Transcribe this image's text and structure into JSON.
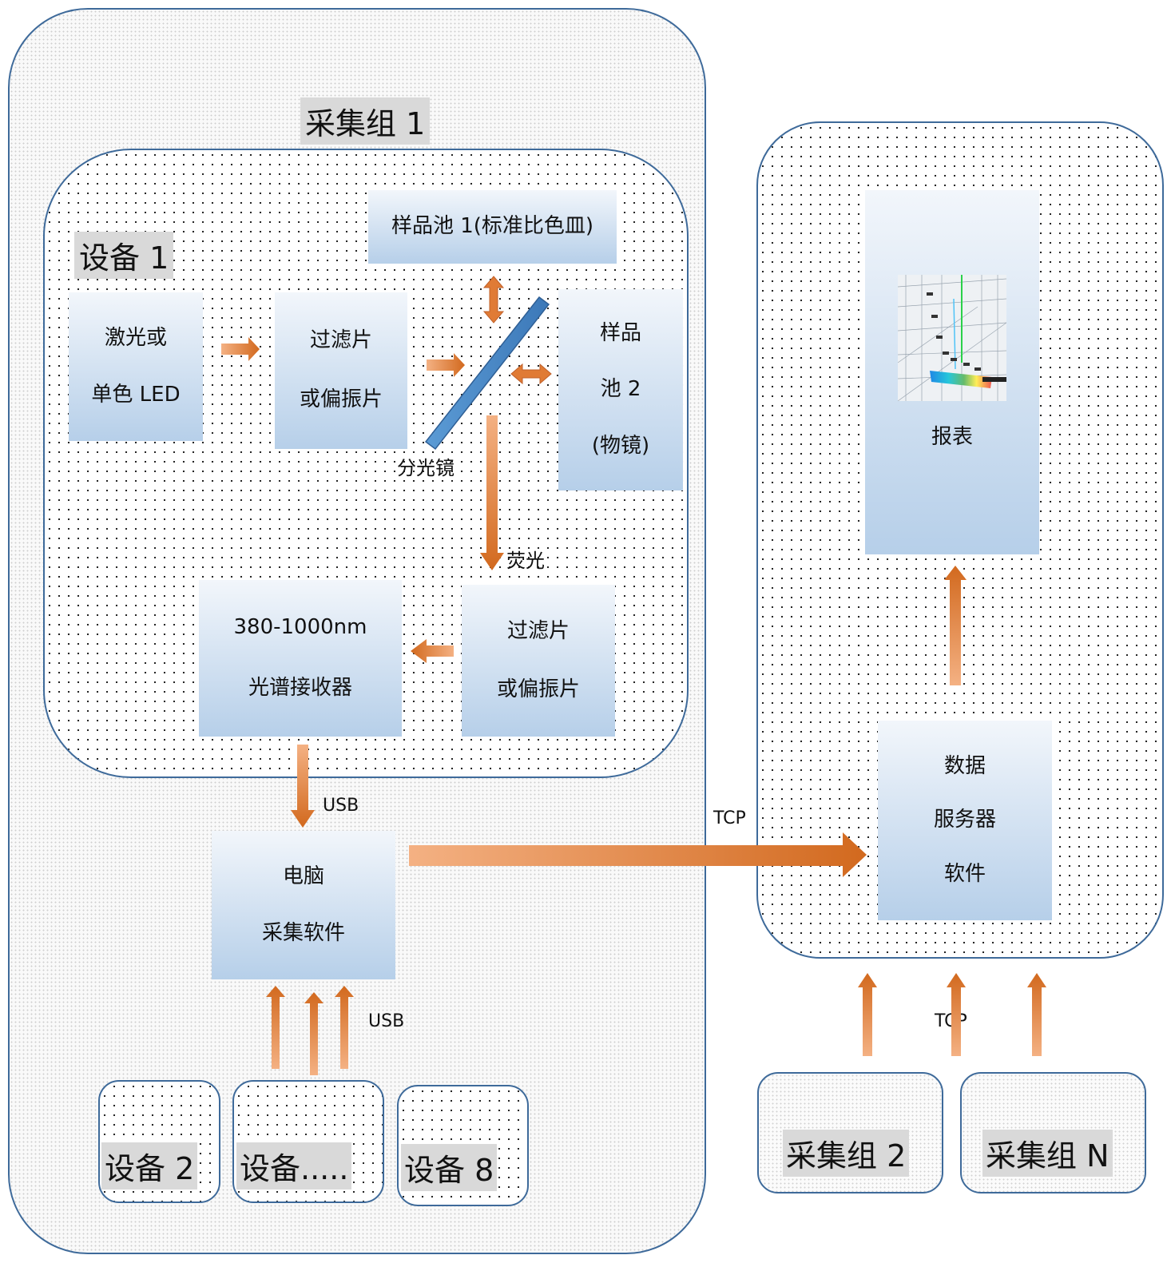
{
  "group1": {
    "title": "采集组 1",
    "device1": {
      "title": "设备 1",
      "laser": [
        "激光或",
        "单色 LED"
      ],
      "filter1": [
        "过滤片",
        "或偏振片"
      ],
      "sample_pool1": "样品池 1(标准比色皿)",
      "sample_pool2": [
        "样品",
        "池 2",
        "(物镜)"
      ],
      "beam_splitter_label": "分光镜",
      "fluorescence_label": "荧光",
      "filter2": [
        "过滤片",
        "或偏振片"
      ],
      "receiver": [
        "380-1000nm",
        "光谱接收器"
      ]
    },
    "usb_label_top": "USB",
    "computer": [
      "电脑",
      "采集软件"
    ],
    "usb_label_bottom": "USB",
    "devices": [
      "设备 2",
      "设备.....",
      "设备 8"
    ]
  },
  "tcp_label_main": "TCP",
  "server_group": {
    "report": "报表",
    "server": [
      "数据",
      "服务器",
      "软件"
    ],
    "tcp_label": "TCP",
    "other_groups": [
      "采集组 2",
      "采集组 N"
    ]
  },
  "colors": {
    "border": "#3e6a9a",
    "arrow_dark": "#d2691e",
    "arrow_light": "#f4b183",
    "splitter": "#4a86c5"
  }
}
